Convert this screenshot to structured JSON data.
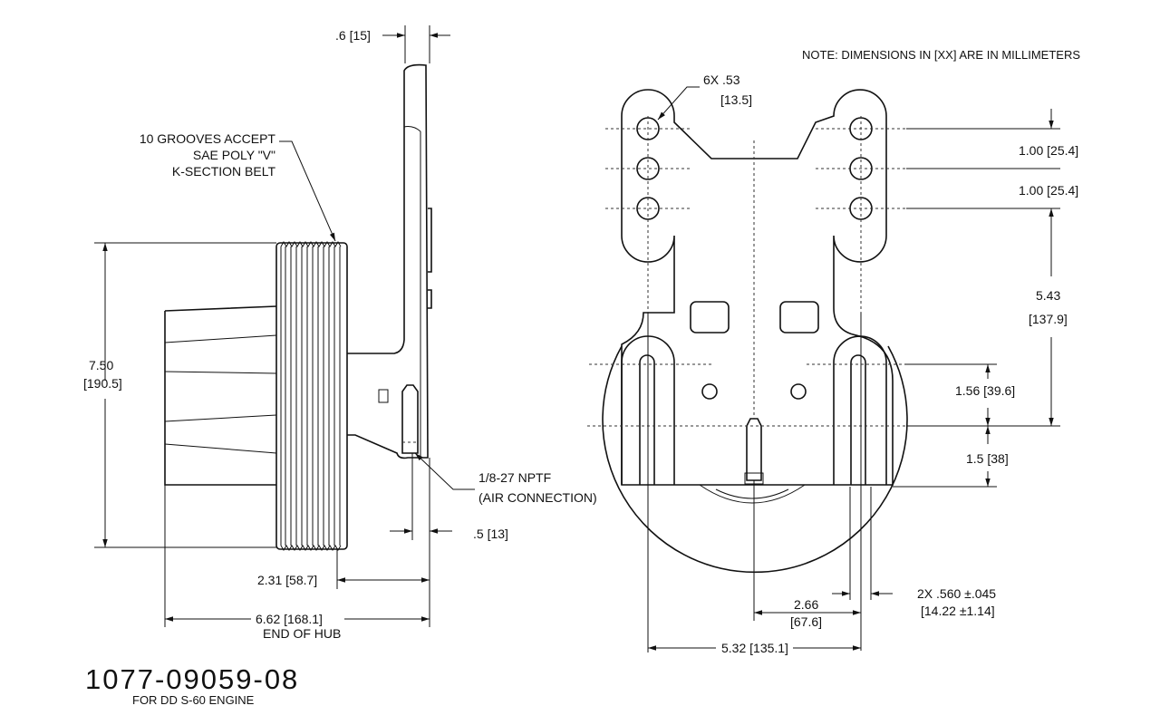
{
  "note": "NOTE: DIMENSIONS IN [XX] ARE IN MILLIMETERS",
  "part": {
    "number": "1077-09059-08",
    "description": "FOR DD S-60 ENGINE"
  },
  "side_view": {
    "hub_thickness": ".6 [15]",
    "grooves_line1": "10 GROOVES ACCEPT",
    "grooves_line2": "SAE POLY \"V\"",
    "grooves_line3": "K-SECTION BELT",
    "diameter_in": "7.50",
    "diameter_mm": "[190.5]",
    "air_port_line1": "1/8-27 NPTF",
    "air_port_line2": "(AIR CONNECTION)",
    "port_offset": ".5 [13]",
    "pulley_offset": "2.31 [58.7]",
    "end_of_hub_dim": "6.62 [168.1]",
    "end_of_hub_label": "END OF HUB"
  },
  "front_view": {
    "holes": "6X .53",
    "holes_mm": "[13.5]",
    "hole_spacing_1": "1.00 [25.4]",
    "hole_spacing_2": "1.00 [25.4]",
    "vertical_in": "5.43",
    "vertical_mm": "[137.9]",
    "slot_offset": "1.56 [39.6]",
    "center_offset": "1.5 [38]",
    "slot_width_line1": "2X .560 ±.045",
    "slot_width_line2": "[14.22 ±1.14]",
    "half_width_in": "2.66",
    "half_width_mm": "[67.6]",
    "total_width": "5.32 [135.1]"
  }
}
